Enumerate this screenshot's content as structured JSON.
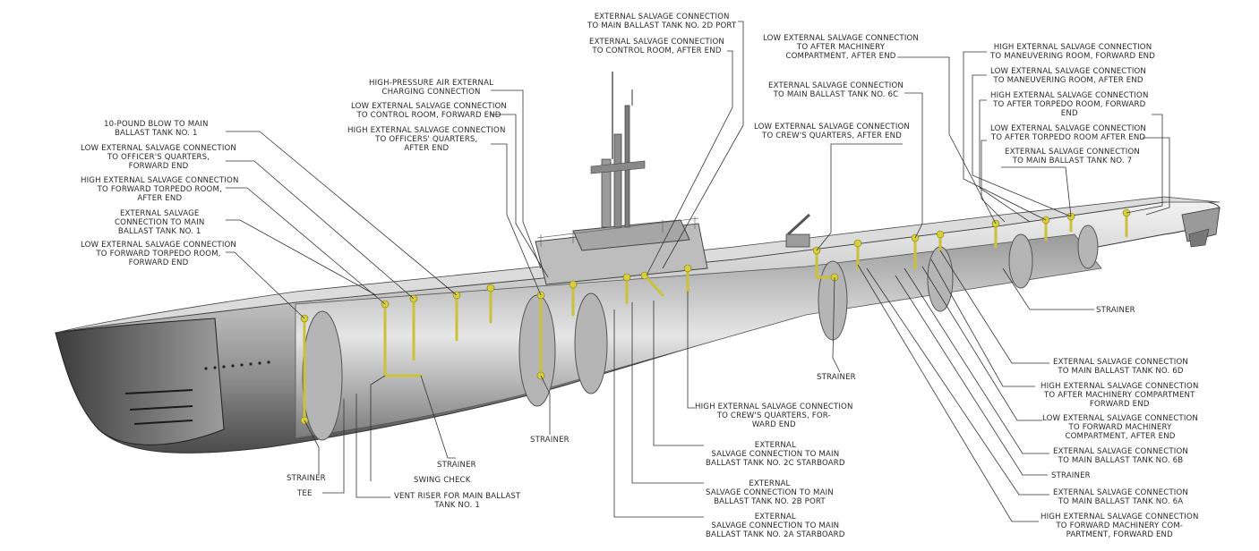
{
  "labels": {
    "ext_2d_port": "EXTERNAL SALVAGE CONNECTION\nTO MAIN BALLAST TANK NO. 2D PORT",
    "ext_control_after": "EXTERNAL SALVAGE CONNECTION\nTO CONTROL ROOM, AFTER END",
    "hp_air_charging": "HIGH-PRESSURE AIR EXTERNAL\nCHARGING CONNECTION",
    "low_control_fwd": "LOW EXTERNAL SALVAGE CONNECTION\nTO CONTROL ROOM, FORWARD END",
    "high_officers_after": "HIGH EXTERNAL SALVAGE CONNECTION\nTO OFFICERS' QUARTERS,\nAFTER END",
    "blow_tank1": "10-POUND BLOW TO MAIN\nBALLAST TANK NO. 1",
    "low_officers_fwd": "LOW EXTERNAL SALVAGE CONNECTION\nTO OFFICER'S QUARTERS,\nFORWARD END",
    "high_fwd_torpedo_after": "HIGH EXTERNAL SALVAGE CONNECTION\nTO FORWARD TORPEDO ROOM,\nAFTER END",
    "ext_tank1": "EXTERNAL SALVAGE\nCONNECTION TO MAIN\nBALLAST TANK NO. 1",
    "low_fwd_torpedo_fwd": "LOW EXTERNAL SALVAGE CONNECTION\nTO FORWARD TORPEDO ROOM,\nFORWARD END",
    "low_after_machinery_after": "LOW EXTERNAL SALVAGE CONNECTION\nTO AFTER MACHINERY\nCOMPARTMENT, AFTER END",
    "ext_6c": "EXTERNAL SALVAGE CONNECTION\nTO MAIN BALLAST TANK NO. 6C",
    "low_crews_after": "LOW EXTERNAL SALVAGE CONNECTION\nTO CREW'S QUARTERS, AFTER END",
    "high_maneuvering_fwd": "HIGH EXTERNAL SALVAGE CONNECTION\nTO MANEUVERING ROOM, FORWARD END",
    "low_maneuvering_after": "LOW EXTERNAL SALVAGE CONNECTION\nTO MANEUVERING ROOM, AFTER END",
    "high_after_torpedo_fwd": "HIGH EXTERNAL SALVAGE CONNECTION\nTO AFTER TORPEDO ROOM, FORWARD\nEND",
    "low_after_torpedo_after": "LOW EXTERNAL SALVAGE CONNECTION\nTO AFTER TORPEDO ROOM AFTER END",
    "ext_tank7": "EXTERNAL SALVAGE CONNECTION\nTO MAIN BALLAST TANK NO. 7",
    "strainer_aft": "STRAINER",
    "ext_6d": "EXTERNAL SALVAGE CONNECTION\nTO MAIN BALLAST TANK NO. 6D",
    "high_after_machinery_fwd": "HIGH EXTERNAL SALVAGE CONNECTION\nTO AFTER MACHINERY COMPARTMENT\nFORWARD END",
    "low_fwd_machinery_after": "LOW EXTERNAL SALVAGE CONNECTION\nTO FORWARD MACHINERY\nCOMPARTMENT, AFTER END",
    "ext_6b": "EXTERNAL SALVAGE CONNECTION\nTO MAIN BALLAST TANK NO. 6B",
    "strainer_right": "STRAINER",
    "ext_6a": "EXTERNAL SALVAGE CONNECTION\nTO MAIN BALLAST TANK NO. 6A",
    "high_fwd_machinery_fwd": "HIGH EXTERNAL SALVAGE CONNECTION\nTO FORWARD MACHINERY COM-\nPARTMENT, FORWARD END",
    "strainer_mid": "STRAINER",
    "high_crews_fwd": "HIGH EXTERNAL SALVAGE CONNECTION\nTO CREW'S QUARTERS, FOR-\nWARD END",
    "ext_2c": "EXTERNAL\nSALVAGE CONNECTION TO MAIN\nBALLAST TANK NO. 2C STARBOARD",
    "ext_2b": "EXTERNAL\nSALVAGE CONNECTION TO MAIN\nBALLAST TANK NO. 2B PORT",
    "ext_2a": "EXTERNAL\nSALVAGE CONNECTION TO MAIN\nBALLAST TANK NO. 2A STARBOARD",
    "strainer_center": "STRAINER",
    "strainer_fwd1": "STRAINER",
    "strainer_fwd2": "STRAINER",
    "swing_check": "SWING CHECK",
    "tee": "TEE",
    "vent_riser": "VENT RISER FOR MAIN BALLAST\nTANK NO. 1"
  },
  "colors": {
    "hull": "#c8c8c8",
    "pipe": "#c9c23a",
    "ink": "#2a2a2a"
  }
}
